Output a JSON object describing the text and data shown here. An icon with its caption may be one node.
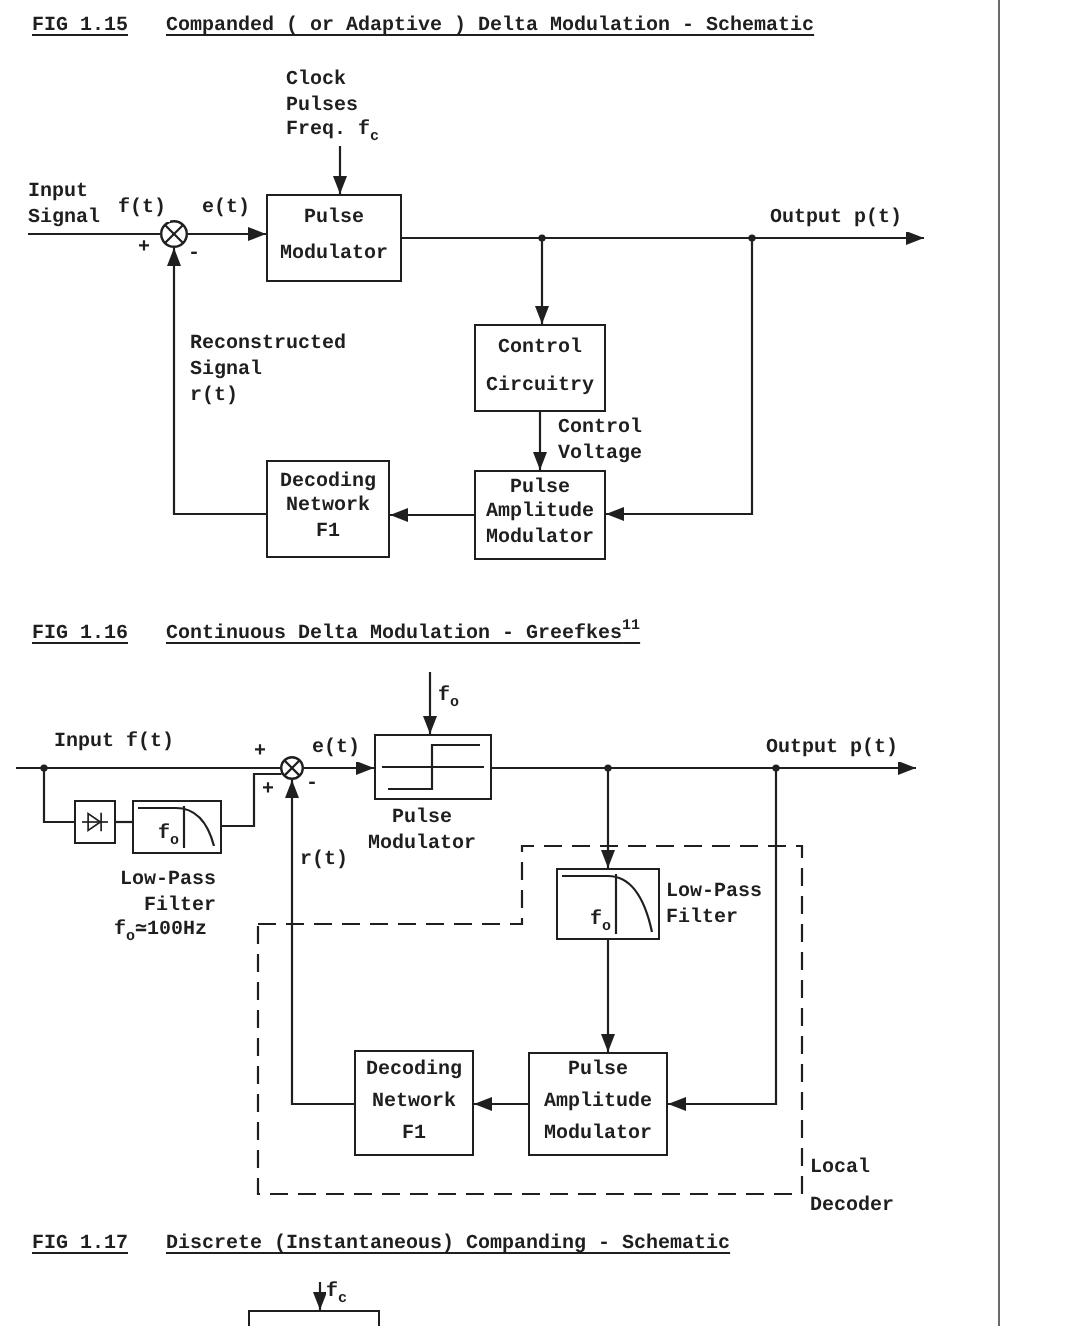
{
  "diagram": {
    "nodes": [
      {
        "text": [
          "Clock Pulses Freq. f$_{c}$"
        ]
      },
      {
        "text": [
          "Input Signal"
        ]
      },
      {
        "text": [],
        "shape": "circle"
      },
      {
        "text": [
          "Pulse Modulator"
        ]
      },
      {
        "text": [
          "Control Circuitry"
        ]
      },
      {
        "text": [
          "Pulse Amplitude Modulator"
        ]
      },
      {
        "text": [
          "Decoding Network F1"
        ]
      },
      {
        "text": [],
        "shape": "box"
      },
      {
        "text": [
          "f$_{o}$"
        ],
        "beside": [
          "Low-Pass Filter",
          "f$_{o}$≃100Hz"
        ]
      },
      {
        "text": [],
        "shape": "circle"
      },
      {
        "text": [],
        "shape": "box",
        "beside": [
          "Pulse Modulator"
        ]
      },
      {
        "text": [
          "Local Decoder"
        ]
      },
      {
        "text": [
          "f$_{o}$"
        ],
        "in": 11,
        "beside": [
          "Low-Pass Filter"
        ]
      },
      {
        "text": [
          "Decoding Network F1"
        ],
        "in": 11
      },
      {
        "text": [
          "Pulse Amplitude Modulator"
        ],
        "in": 11
      },
      {
        "text": [],
        "shape": "box"
      }
    ],
    "edges": [
      {
        "from": 0,
        "to": 3,
        "arrow": "to"
      },
      {
        "from": 1,
        "to": 2,
        "arrow": "none",
        "label": "f(t)"
      },
      {
        "from": 2,
        "to": 3,
        "arrow": "to",
        "label": "e(t)"
      },
      {
        "from": 3,
        "to": null,
        "arrow": "to",
        "label": "Output p(t)"
      },
      {
        "from": 3,
        "to": 4,
        "arrow": "to"
      },
      {
        "from": 3,
        "to": 5,
        "arrow": "to"
      },
      {
        "from": 4,
        "to": 5,
        "arrow": "to",
        "label": "Control Voltage"
      },
      {
        "from": 5,
        "to": 6,
        "arrow": "to"
      },
      {
        "from": 6,
        "to": 2,
        "arrow": "to",
        "label": "Reconstructed Signal r(t)"
      },
      {
        "from": null,
        "to": 9,
        "arrow": "none",
        "label": "Input f(t)"
      },
      {
        "from": null,
        "to": 7,
        "arrow": "none"
      },
      {
        "from": 7,
        "to": 8,
        "arrow": "none"
      },
      {
        "from": 8,
        "to": 9,
        "arrow": "none"
      },
      {
        "from": 9,
        "to": 10,
        "arrow": "to",
        "label": "e(t)"
      },
      {
        "from": null,
        "to": 10,
        "arrow": "to",
        "label": "f$_{o}$"
      },
      {
        "from": 10,
        "to": null,
        "arrow": "to",
        "label": "Output p(t)"
      },
      {
        "from": 10,
        "to": 12,
        "arrow": "to"
      },
      {
        "from": 10,
        "to": 14,
        "arrow": "to"
      },
      {
        "from": 12,
        "to": 14,
        "arrow": "to"
      },
      {
        "from": 14,
        "to": 13,
        "arrow": "to"
      },
      {
        "from": 13,
        "to": 9,
        "arrow": "to",
        "label": "r(t)"
      },
      {
        "from": null,
        "to": 15,
        "arrow": "to",
        "label": "f$_{c}$"
      }
    ],
    "labels": [
      "FIG 1.15",
      "Companded ( or Adaptive ) Delta Modulation - Schematic",
      "+",
      "-",
      "FIG 1.16",
      "Continuous Delta Modulation - Greefkes$^{11}$",
      "+",
      "+",
      "-",
      "FIG 1.17",
      "Discrete (Instantaneous) Companding - Schematic"
    ]
  }
}
